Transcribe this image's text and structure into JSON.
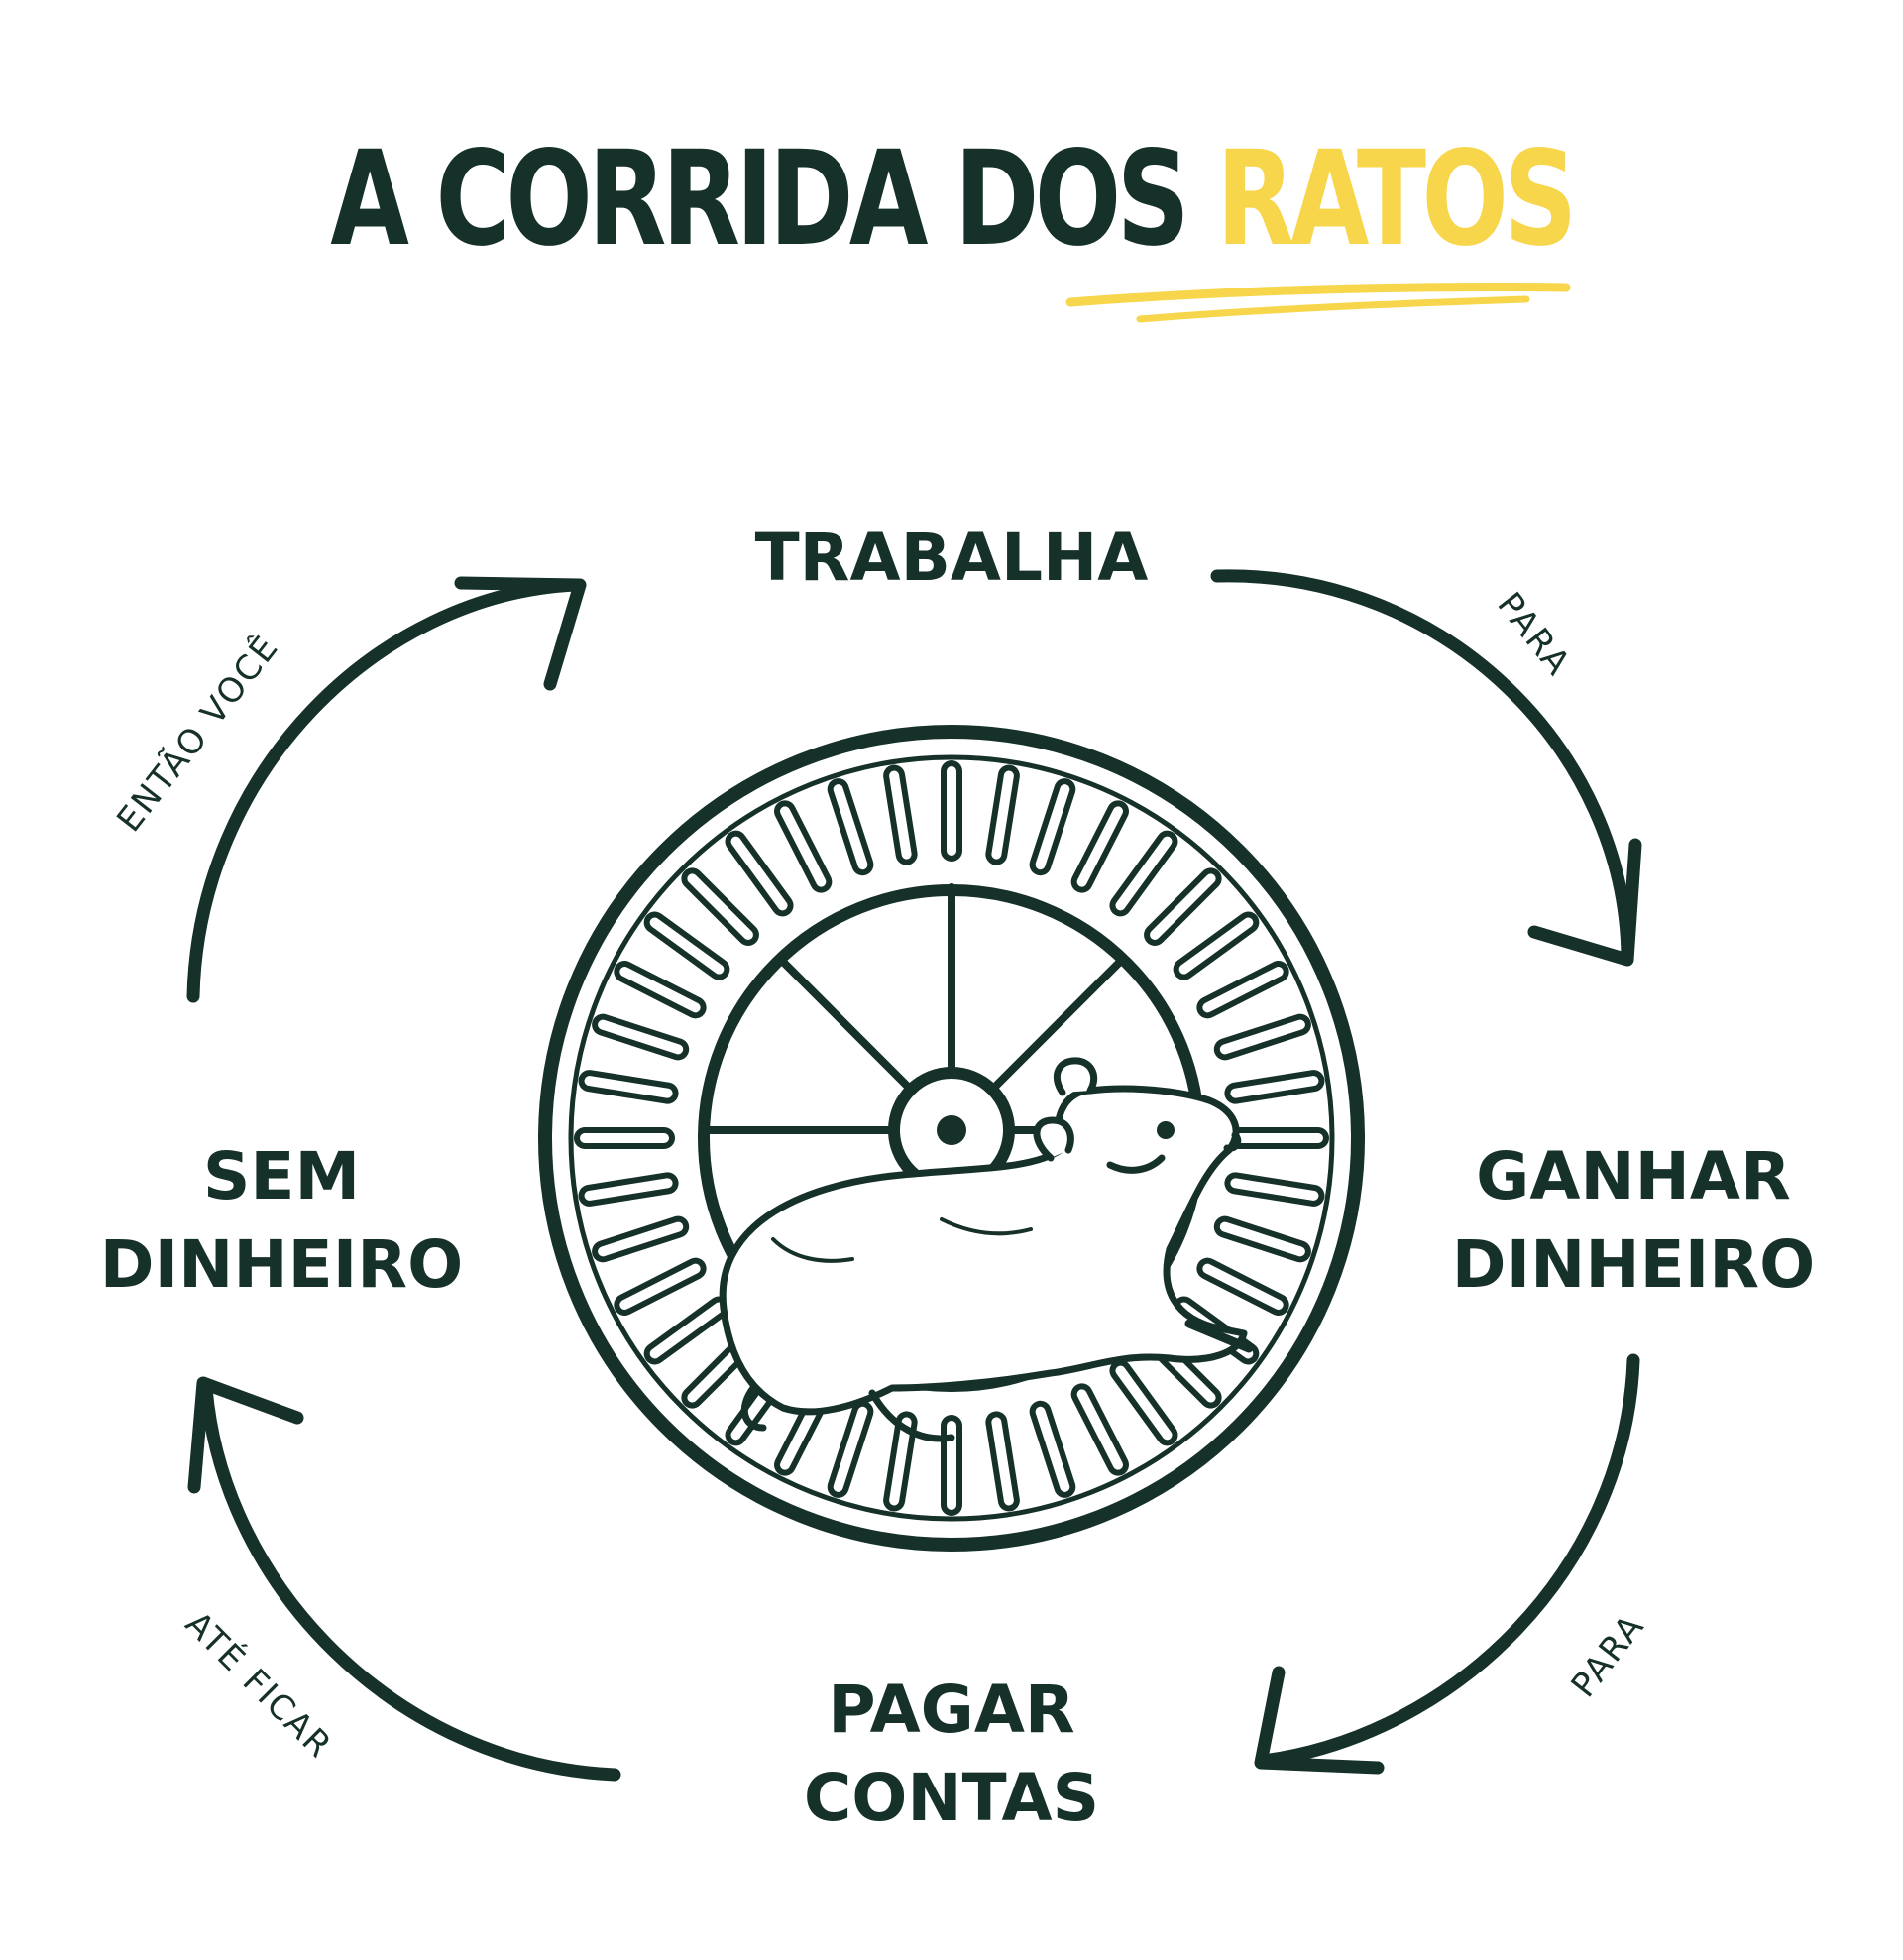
{
  "title": {
    "part1": "A CORRIDA DOS ",
    "part2": "RATOS"
  },
  "colors": {
    "dark": "#16302a",
    "accent": "#f7d64c"
  },
  "nodes": {
    "top": "TRABALHA",
    "right": [
      "GANHAR",
      "DINHEIRO"
    ],
    "bottom": [
      "PAGAR",
      "CONTAS"
    ],
    "left": [
      "SEM",
      "DINHEIRO"
    ]
  },
  "connectors": {
    "top_right": "PARA",
    "bottom_right": "PARA",
    "bottom_left": "ATÉ FICAR",
    "top_left": "ENTÃO VOCÊ"
  },
  "illustration": {
    "icon": "hamster-wheel-icon"
  }
}
